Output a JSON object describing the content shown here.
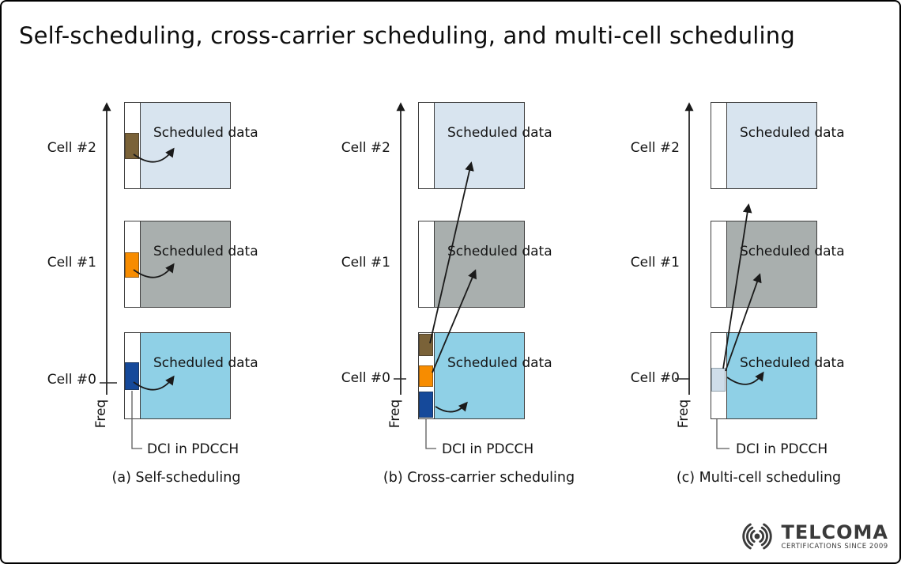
{
  "title": "Self-scheduling, cross-carrier scheduling, and multi-cell scheduling",
  "panels": [
    {
      "caption": "(a) Self-scheduling",
      "freq_label": "Freq",
      "dci_label": "DCI in PDCCH",
      "cells": [
        {
          "label": "Cell #2",
          "data_label": "Scheduled data"
        },
        {
          "label": "Cell #1",
          "data_label": "Scheduled data"
        },
        {
          "label": "Cell #0",
          "data_label": "Scheduled data"
        }
      ]
    },
    {
      "caption": "(b) Cross-carrier scheduling",
      "freq_label": "Freq",
      "dci_label": "DCI in PDCCH",
      "cells": [
        {
          "label": "Cell #2",
          "data_label": "Scheduled data"
        },
        {
          "label": "Cell #1",
          "data_label": "Scheduled data"
        },
        {
          "label": "Cell #0",
          "data_label": "Scheduled data"
        }
      ]
    },
    {
      "caption": "(c) Multi-cell scheduling",
      "freq_label": "Freq",
      "dci_label": "DCI in PDCCH",
      "cells": [
        {
          "label": "Cell #2",
          "data_label": "Scheduled data"
        },
        {
          "label": "Cell #1",
          "data_label": "Scheduled data"
        },
        {
          "label": "Cell #0",
          "data_label": "Scheduled data"
        }
      ]
    }
  ],
  "colors": {
    "cell2_data": "#d8e4ef",
    "cell1_data": "#a9afae",
    "cell0_data": "#8fd0e6",
    "dci_brown": "#7a6238",
    "dci_orange": "#f78c00",
    "dci_blue": "#15499a",
    "dci_pale": "#cfdde9"
  },
  "logo": {
    "name": "TELCOMA",
    "tagline": "CERTIFICATIONS SINCE 2009"
  }
}
